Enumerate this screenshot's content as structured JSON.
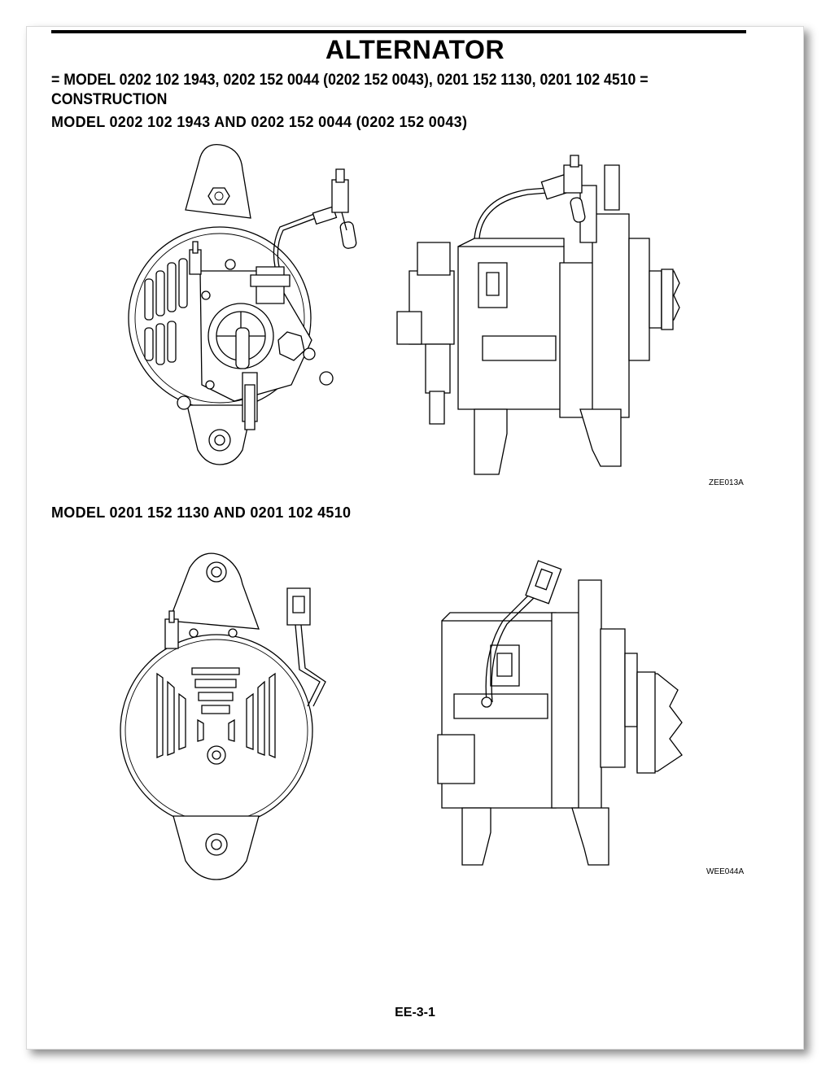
{
  "page": {
    "title": "ALTERNATOR",
    "subtitle": "= MODEL 0202 102 1943, 0202 152 0044 (0202 152 0043), 0201 152 1130, 0201 102 4510 = CONSTRUCTION",
    "section1_heading": "MODEL 0202 102 1943 AND 0202 152 0044 (0202 152 0043)",
    "section1_figure_ref": "ZEE013A",
    "section2_heading": "MODEL 0201 152 1130 AND 0201 102 4510",
    "section2_figure_ref": "WEE044A",
    "page_number": "EE-3-1"
  }
}
